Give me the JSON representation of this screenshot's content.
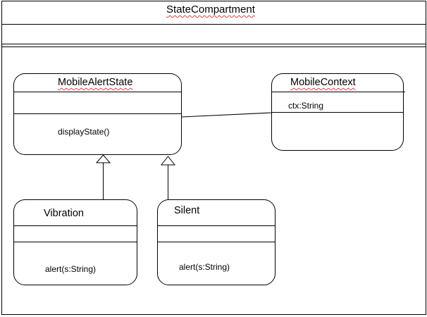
{
  "compartment": {
    "title": "StateCompartment"
  },
  "classes": {
    "mobile_alert_state": {
      "name": "MobileAlertState",
      "operation": "displayState()"
    },
    "mobile_context": {
      "name": "MobileContext",
      "attribute": "ctx:String"
    },
    "vibration": {
      "name": "Vibration",
      "operation": "alert(s:String)"
    },
    "silent": {
      "name": "Silent",
      "operation": "alert(s:String)"
    }
  }
}
